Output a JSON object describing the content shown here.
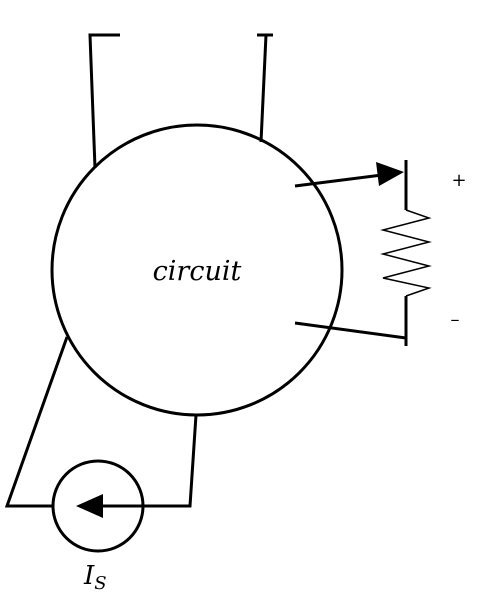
{
  "labels": {
    "circuit": "circuit",
    "plus": "+",
    "minus": "–",
    "source_main": "I",
    "source_sub": "S"
  },
  "colors": {
    "stroke": "#000000",
    "background": "#ffffff"
  }
}
